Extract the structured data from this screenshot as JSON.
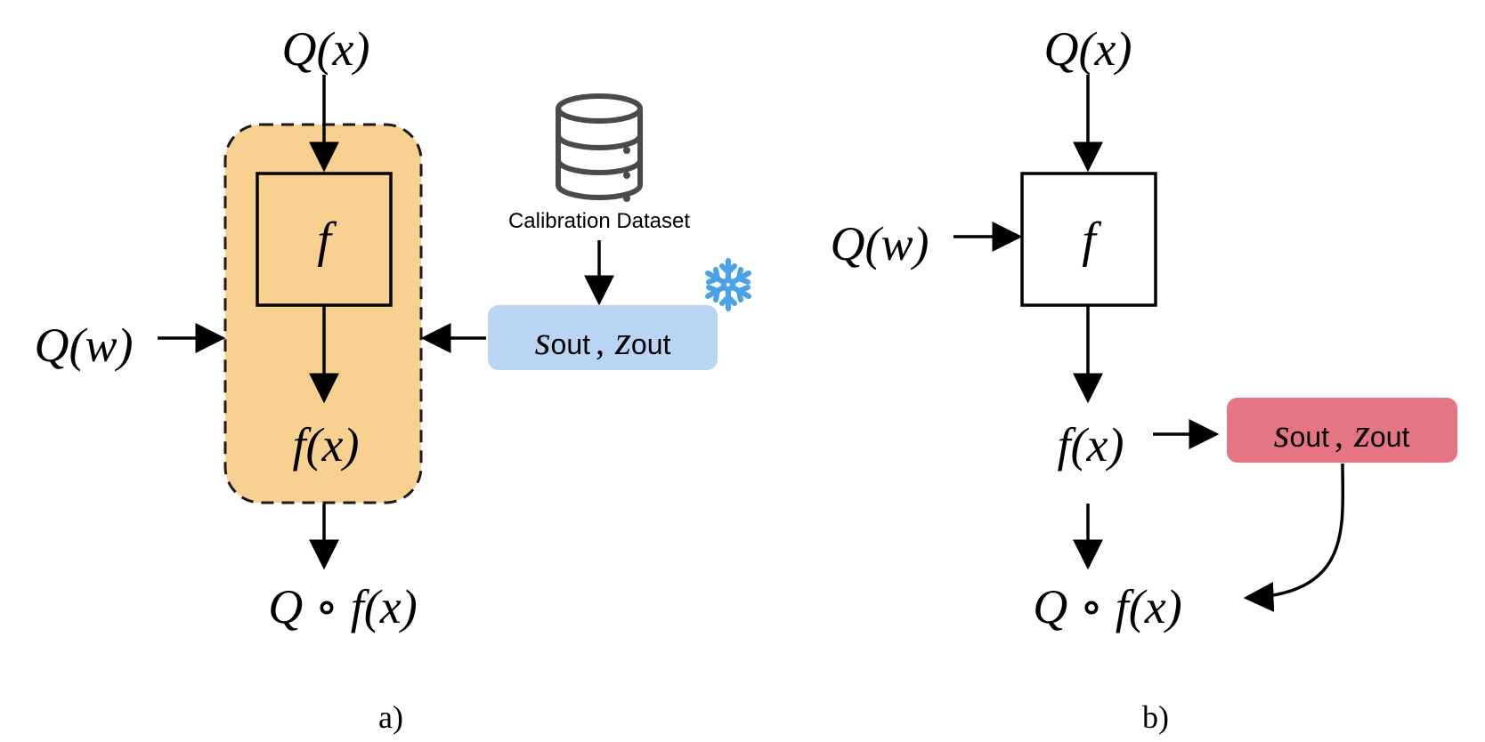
{
  "panel_a": {
    "input_top": "Q(x)",
    "input_left": "Q(w)",
    "function": "f",
    "output_inner": "f(x)",
    "output_bottom": "Q ∘ f(x)",
    "dataset_label": "Calibration Dataset",
    "params": {
      "s": "s",
      "s_sub": "out",
      "sep": ",",
      "z": "z",
      "z_sub": "out"
    },
    "label": "a)",
    "colors": {
      "block_fill": "#f8d191",
      "params_fill": "#b9d5f3",
      "snowflake": "#4aa3e8"
    },
    "icons": [
      "database-icon",
      "snowflake-icon"
    ]
  },
  "panel_b": {
    "input_top": "Q(x)",
    "input_left": "Q(w)",
    "function": "f",
    "output_mid": "f(x)",
    "output_bottom": "Q ∘ f(x)",
    "params": {
      "s": "s",
      "s_sub": "out",
      "sep": ",",
      "z": "z",
      "z_sub": "out"
    },
    "label": "b)",
    "colors": {
      "params_fill": "#e57583"
    }
  }
}
